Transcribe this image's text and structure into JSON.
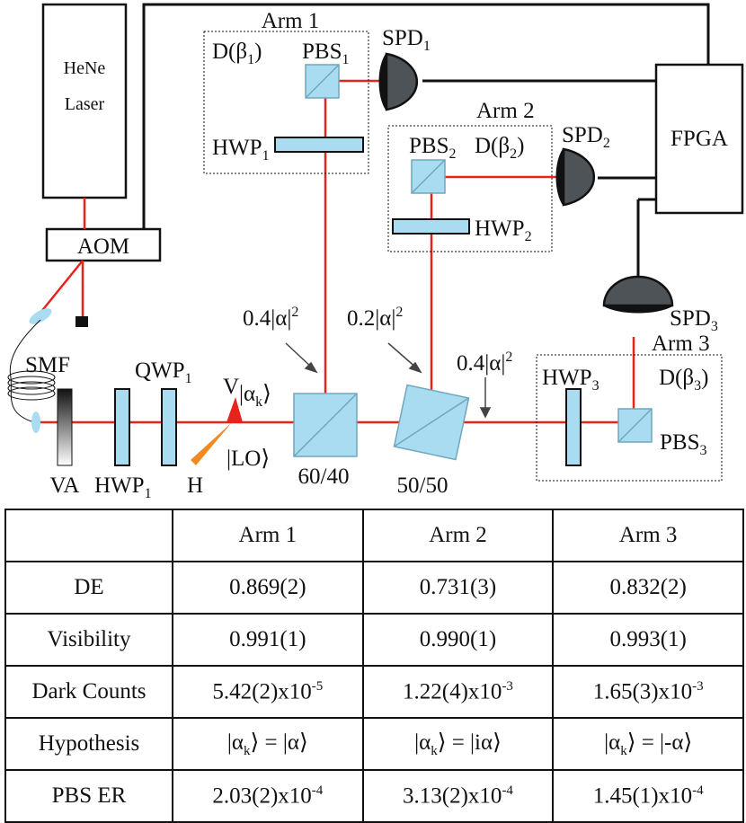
{
  "diagram": {
    "laser": {
      "line1": "HeNe",
      "line2": "Laser"
    },
    "aom": "AOM",
    "smf": "SMF",
    "fpga": "FPGA",
    "va": "VA",
    "hwp1_bottom": {
      "main": "HWP",
      "sub": "1"
    },
    "qwp1": {
      "main": "QWP",
      "sub": "1"
    },
    "v_label": "V",
    "h_label": "H",
    "alpha_k": {
      "pre": "|α",
      "sub": "k",
      "post": "⟩"
    },
    "lo": "|LO⟩",
    "bs1": "60/40",
    "bs2": "50/50",
    "power1": {
      "pre": "0.4|α|",
      "sup": "2"
    },
    "power2": {
      "pre": "0.2|α|",
      "sup": "2"
    },
    "power3": {
      "pre": "0.4|α|",
      "sup": "2"
    },
    "arm1": {
      "title": "Arm 1",
      "d": "D(β",
      "d_sub": "1",
      "d_post": ")",
      "pbs": "PBS",
      "pbs_sub": "1",
      "hwp": "HWP",
      "hwp_sub": "1",
      "spd": "SPD",
      "spd_sub": "1"
    },
    "arm2": {
      "title": "Arm 2",
      "d": "D(β",
      "d_sub": "2",
      "d_post": ")",
      "pbs": "PBS",
      "pbs_sub": "2",
      "hwp": "HWP",
      "hwp_sub": "2",
      "spd": "SPD",
      "spd_sub": "2"
    },
    "arm3": {
      "title": "Arm 3",
      "d": "D(β",
      "d_sub": "3",
      "d_post": ")",
      "pbs": "PBS",
      "pbs_sub": "3",
      "hwp": "HWP",
      "hwp_sub": "3",
      "spd": "SPD",
      "spd_sub": "3"
    },
    "colors": {
      "beam": "#e8231c",
      "optic": "#a9dcf0",
      "detector": "#4d5356",
      "pulse_v": "#e8231c",
      "pulse_h": "#f08a24"
    }
  },
  "table": {
    "headers": [
      "",
      "Arm 1",
      "Arm 2",
      "Arm 3"
    ],
    "rows": [
      {
        "label": "DE",
        "cells": [
          {
            "text": "0.869(2)"
          },
          {
            "text": "0.731(3)"
          },
          {
            "text": "0.832(2)"
          }
        ]
      },
      {
        "label": "Visibility",
        "cells": [
          {
            "text": "0.991(1)"
          },
          {
            "text": "0.990(1)"
          },
          {
            "text": "0.993(1)"
          }
        ]
      },
      {
        "label": "Dark Counts",
        "cells": [
          {
            "text": "5.42(2)x10",
            "sup": "-5"
          },
          {
            "text": "1.22(4)x10",
            "sup": "-3"
          },
          {
            "text": "1.65(3)x10",
            "sup": "-3"
          }
        ]
      },
      {
        "label": "Hypothesis",
        "cells": [
          {
            "text": "|α",
            "sub": "k",
            "post": "⟩ = |α⟩"
          },
          {
            "text": "|α",
            "sub": "k",
            "post": "⟩ = |iα⟩"
          },
          {
            "text": "|α",
            "sub": "k",
            "post": "⟩ = |-α⟩"
          }
        ]
      },
      {
        "label": "PBS ER",
        "cells": [
          {
            "text": "2.03(2)x10",
            "sup": "-4"
          },
          {
            "text": "3.13(2)x10",
            "sup": "-4"
          },
          {
            "text": "1.45(1)x10",
            "sup": "-4"
          }
        ]
      }
    ]
  }
}
